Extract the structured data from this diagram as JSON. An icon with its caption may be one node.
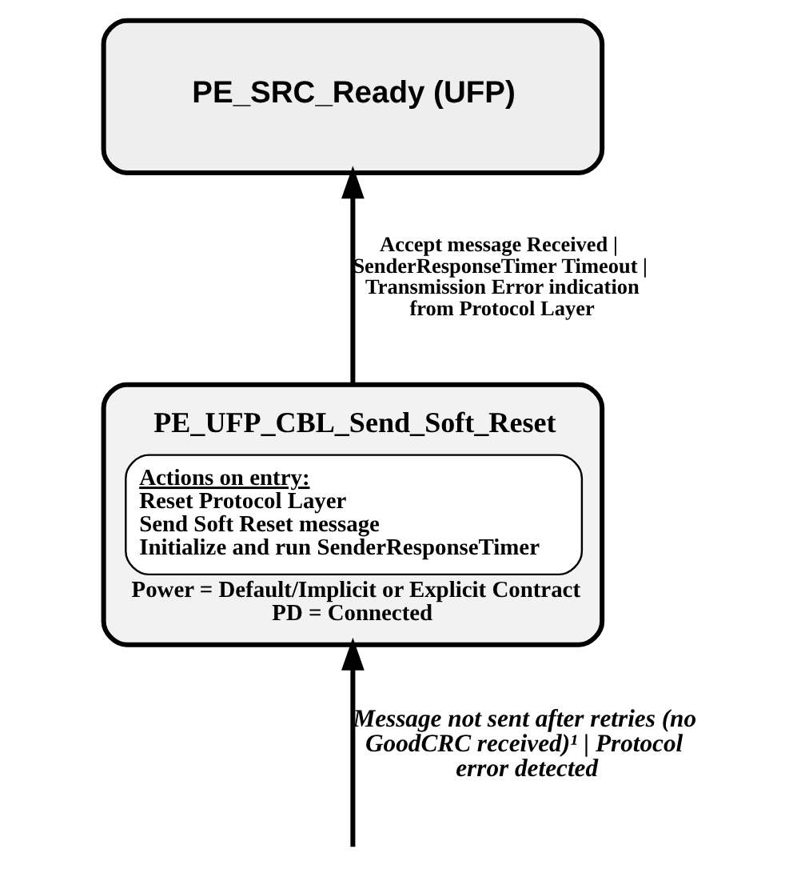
{
  "diagram": {
    "nodes": [
      {
        "text": [
          "PE_SRC_Ready (UFP)"
        ]
      },
      {
        "text": [
          "PE_UFP_CBL_Send_Soft_Reset",
          "Actions on entry:",
          "Reset Protocol Layer",
          "Send Soft Reset message",
          "Initialize and run SenderResponseTimer",
          "Power = Default/Implicit or Explicit Contract PD = Connected"
        ]
      }
    ],
    "edges": [
      {
        "from": 1,
        "to": 0,
        "arrow": "to",
        "label": "Accept message Received | SenderResponseTimer Timeout | Transmission Error indication from Protocol Layer"
      },
      {
        "from": null,
        "to": 1,
        "arrow": "to",
        "label": "Message not sent after retries (no GoodCRC received)¹ | Protocol error detected"
      }
    ]
  }
}
